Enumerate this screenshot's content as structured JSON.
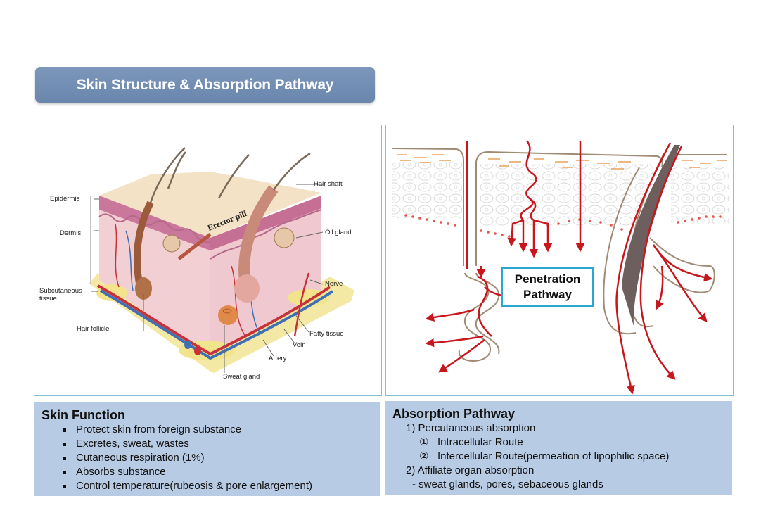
{
  "title": "Skin Structure & Absorption Pathway",
  "skin_diagram": {
    "labels": {
      "epidermis": "Epidermis",
      "dermis": "Dermis",
      "subcutaneous": "Subcutaneous",
      "subcutaneous_2": "tissue",
      "hair_follicle": "Hair follicle",
      "erector_pili": "Erector pili",
      "hair_shaft": "Hair shaft",
      "oil_gland": "Oil gland",
      "nerve": "Nerve",
      "fatty_tissue": "Fatty tissue",
      "vein": "Vein",
      "artery": "Artery",
      "sweat_gland": "Sweat gland"
    }
  },
  "pathway_diagram": {
    "label_line1": "Penetration",
    "label_line2": "Pathway",
    "colors": {
      "arrow": "#c8161d",
      "outline": "#a08a74",
      "hair": "#6e5f5f",
      "box": "#2aa6cf"
    }
  },
  "skin_function": {
    "heading": "Skin Function",
    "items": [
      "Protect skin from foreign substance",
      "Excretes, sweat, wastes",
      "Cutaneous respiration (1%)",
      "Absorbs substance",
      "Control temperature(rubeosis &  pore enlargement)"
    ]
  },
  "absorption_pathway": {
    "heading": "Absorption Pathway",
    "line1": "1) Percutaneous absorption",
    "sub1_marker": "①",
    "sub1": "Intracellular Route",
    "sub2_marker": "②",
    "sub2": "Intercellular Route(permeation of lipophilic space)",
    "line2": "2) Affiliate organ absorption",
    "line3": "- sweat glands, pores, sebaceous glands"
  },
  "colors": {
    "title_bar": "#7390b6",
    "panel_border": "#7ec4d6",
    "textbox_bg": "#b8cbe4"
  }
}
